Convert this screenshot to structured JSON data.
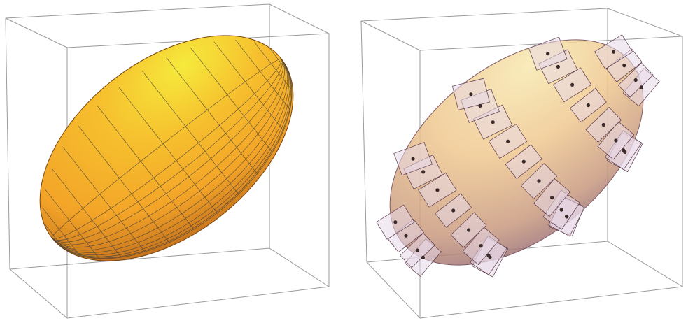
{
  "figure": {
    "panels": [
      {
        "id": "left",
        "object": "smooth-ellipsoid",
        "surface": "orange-gradient-with-meridian-and-parallel-gridlines",
        "grid": {
          "meridians": 12,
          "parallels": 16
        },
        "bounding_box": true
      },
      {
        "id": "right",
        "object": "ellipsoid-approximated-by-tangent-plane-patches",
        "surface": "translucent-peach-with-tilted-rectangles",
        "patch_centers_marked": true,
        "bounding_box": true
      }
    ],
    "colors": {
      "box_line": "#8a8a8a",
      "grid_line": "#3a3a3a",
      "ellipsoid_light": "#f7e23a",
      "ellipsoid_mid": "#f5a623",
      "ellipsoid_dark": "#b8651a",
      "patch_fill": "#e8d8e8",
      "patch_edge": "#5a3a4a",
      "center_dot": "#3a2a2a"
    }
  }
}
